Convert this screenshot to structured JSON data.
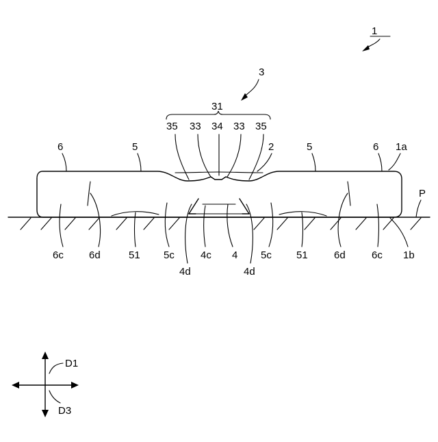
{
  "figure": {
    "ref_1": "1",
    "ref_1a": "1a",
    "ref_1b": "1b",
    "ref_2": "2",
    "ref_3": "3",
    "ref_31": "31",
    "ref_4": "4",
    "ref_4c": "4c",
    "ref_4d": "4d",
    "ref_5": "5",
    "ref_5c": "5c",
    "ref_6": "6",
    "ref_6c": "6c",
    "ref_6d": "6d",
    "ref_33": "33",
    "ref_34": "34",
    "ref_35": "35",
    "ref_51": "51",
    "ref_P": "P",
    "ref_D1": "D1",
    "ref_D3": "D3"
  }
}
